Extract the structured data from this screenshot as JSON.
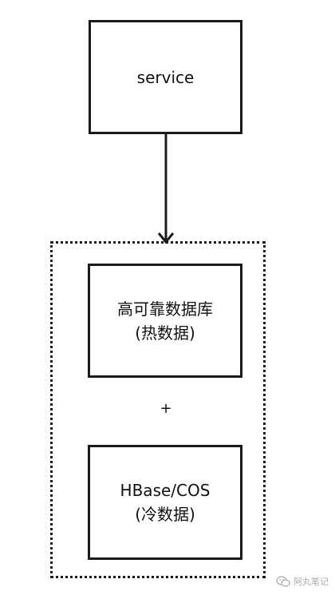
{
  "service_box": {
    "label": "service"
  },
  "hot_storage": {
    "line1": "高可靠数据库",
    "line2": "(热数据)"
  },
  "connector": {
    "label": "+"
  },
  "cold_storage": {
    "line1": "HBase/COS",
    "line2": "(冷数据)"
  },
  "watermark": {
    "text": "阿丸笔记",
    "icon": "wechat-icon"
  },
  "colors": {
    "stroke": "#1a1a1a",
    "text": "#111111",
    "watermark": "#9a9a9a"
  }
}
